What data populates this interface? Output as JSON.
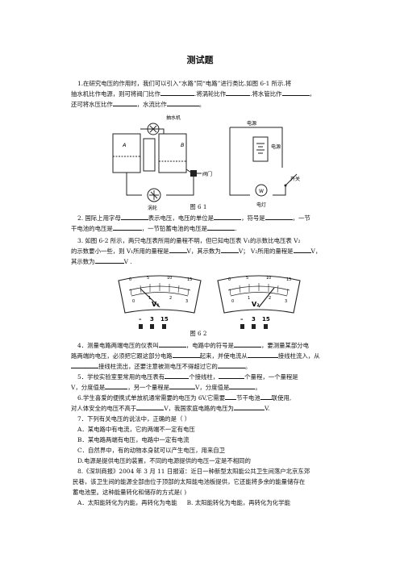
{
  "title": "测试题",
  "q1": {
    "l1": "1.在研究电压的作用时，我们可以引入“水路”同“电路”进行类比.如图 6-1 所示.将",
    "l2a": "抽水机比作电源，则可将阀门比作",
    "l2b": ".将涡轮比作",
    "l2c": ".将水管比作",
    "l2d": "，",
    "l3a": "还可将水压比作",
    "l3b": "，水流比作",
    "l3c": "。"
  },
  "fig1": {
    "pump_label": "抽水机",
    "label_a": "A",
    "label_b": "B",
    "valve_label": "阀门",
    "turbine_label": "涡轮",
    "source_label": "电源",
    "battery_label": "电源",
    "switch_label": "开关",
    "lamp_label": "电灯",
    "lamp_symbol": "W",
    "caption": "图 6 1"
  },
  "q2": {
    "l1a": "2.  国际上用字母",
    "l1b": "表示电压，电压的单位是",
    "l1c": "，符号是",
    "l1d": "，一节",
    "l2a": "干电池的电压是",
    "l2b": "，一节铅蓄电池的电压是",
    "l2c": "."
  },
  "q3": {
    "l1": "3. 如图 6-2 所示，两只电压表所用的量程不明，但已知电压表 V₁的示数比电压表 V₂",
    "l2a": "的示数要小一些，则 V₁所用的量程是",
    "l2b": "V，其示数为",
    "l2c": "V；  V₂所用的量程是",
    "l2d": "V，",
    "l3a": "其示数为",
    "l3b": "V ."
  },
  "fig2": {
    "meter1_label": "V₁",
    "meter2_label": "V₂",
    "scale_top": [
      "0",
      "5",
      "10",
      "15"
    ],
    "scale_bottom": [
      "0",
      "1",
      "2",
      "3"
    ],
    "term_minus": "–",
    "term_3": "3",
    "term_15": "15",
    "caption": "图 6 2"
  },
  "q4": {
    "l1a": "4．测量电路两端电压的仪表叫",
    "l1b": "，电路中的符号是",
    "l1c": "，要测量某部分电",
    "l2a": "路两端的电压，必须把它跟这部分电路",
    "l2b": "起来，并使电流从",
    "l2c": "接线柱流入，从",
    "l3a": "接线柱流出，还要注意被测电压不得超过它的",
    "l3b": "。"
  },
  "q5": {
    "l1a": "5．学校实验室里常用的电压表有",
    "l1b": "个接线柱，",
    "l1c": "个量程，一个量程是",
    "l2a": "V，分度值是",
    "l2b": "，另一个量程是",
    "l2c": "V，分度值是",
    "l2d": "。"
  },
  "q6": {
    "l1a": "6.学生喜爱的便携式单放机通常需要的电压为  6V,它需要",
    "l1b": "节干电池",
    "l1c": "联使用,",
    "l2a": "对人体安全的电压不高于",
    "l2b": "V，我国家庭电路的电压为",
    "l2c": "V."
  },
  "q7": {
    "stem": "7．下列有关电压的说法中，正确的是（     ）",
    "a": "A．某电路中有电流，它的两端不一定有电压",
    "b": "B．某电路两端有电压，电路中一定有电流",
    "c": "C．自然界中，有的动物本身就可以产生电压，用来自卫",
    "d": "D.电源是提供电压的装置，不同的电源提供的电压一定是不相同的"
  },
  "q8": {
    "l1": "8.《深圳商报》2004 年 3 月 11 日报道：近日一种新型太阳能公共卫生间落户北京东郊",
    "l2": "民巷，该卫生间的能源全部由位于顶部的太阳能电池板提供，它还能将多余的能量储存在",
    "l3": "蓄电池里。这种能量转化和储存的方式是(            )",
    "a": "A．太阳能转化为内能，再转化为电能",
    "b": "B. 太阳能转化为电能，再转化为化学能"
  }
}
